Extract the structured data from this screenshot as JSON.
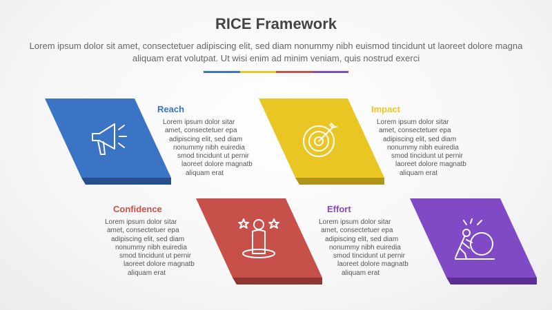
{
  "header": {
    "title": "RICE Framework",
    "subtitle": "Lorem ipsum dolor sit amet, consectetuer adipiscing elit, sed diam nonummy nibh euismod tincidunt ut laoreet dolore magna aliquam erat volutpat. Ut wisi enim ad minim veniam, quis nostrud exerci"
  },
  "divider_colors": [
    "#3b73c5",
    "#e9c624",
    "#c7504b",
    "#8049c6"
  ],
  "cards": [
    {
      "title": "Reach",
      "color": "#3b73c5",
      "icon": "megaphone-icon",
      "lines": [
        "Lorem ipsum dolor sitar",
        "amet, consectetuer epa",
        "adipiscing elit, sed diam",
        "nonummy nibh euiredia",
        "smod tincidunt ut pernir",
        "laoreet dolore magnatb",
        "aliquam erat"
      ]
    },
    {
      "title": "Impact",
      "color": "#e9c624",
      "icon": "target-icon",
      "lines": [
        "Lorem ipsum dolor sitar",
        "amet, consectetuer epa",
        "adipiscing elit, sed diam",
        "nonummy nibh euiredia",
        "smod tincidunt ut pernir",
        "laoreet dolore magnatb",
        "aliquam erat"
      ]
    },
    {
      "title": "Confidence",
      "color": "#c7504b",
      "icon": "person-stars-icon",
      "lines": [
        "Lorem ipsum dolor sitar",
        "amet, consectetuer epa",
        "adipiscing elit, sed diam",
        "nonummy nibh euiredia",
        "smod tincidunt ut pernir",
        "laoreet dolore magnatb",
        "aliquam erat"
      ]
    },
    {
      "title": "Effort",
      "color": "#8049c6",
      "icon": "pushing-boulder-icon",
      "lines": [
        "Lorem ipsum dolor sitar",
        "amet, consectetuer epa",
        "adipiscing elit, sed diam",
        "nonummy nibh euiredia",
        "smod tincidunt ut pernir",
        "laoreet dolore magnatb",
        "aliquam erat"
      ]
    }
  ]
}
